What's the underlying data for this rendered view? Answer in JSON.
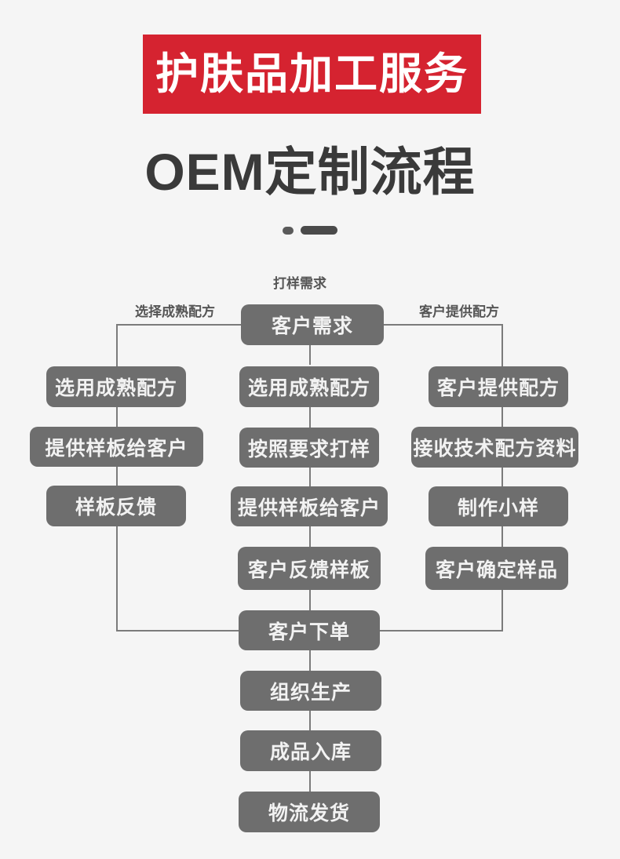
{
  "header": {
    "banner_text": "护肤品加工服务",
    "banner_color": "#d52330",
    "title": "OEM定制流程",
    "title_color": "#3a3a3a",
    "background_color": "#f5f5f5"
  },
  "flowchart": {
    "node_color": "#6e6e6e",
    "node_text_color": "#f2f2f2",
    "line_color": "#7b7b7b",
    "root": "客户需求",
    "branch_labels": {
      "left": "选择成熟配方",
      "center": "打样需求",
      "right": "客户提供配方"
    },
    "columns": {
      "left": [
        "选用成熟配方",
        "提供样板给客户",
        "样板反馈"
      ],
      "center": [
        "选用成熟配方",
        "按照要求打样",
        "提供样板给客户",
        "客户反馈样板"
      ],
      "right": [
        "客户提供配方",
        "接收技术配方资料",
        "制作小样",
        "客户确定样品"
      ]
    },
    "merge_node": "客户下单",
    "tail": [
      "组织生产",
      "成品入库",
      "物流发货"
    ]
  }
}
